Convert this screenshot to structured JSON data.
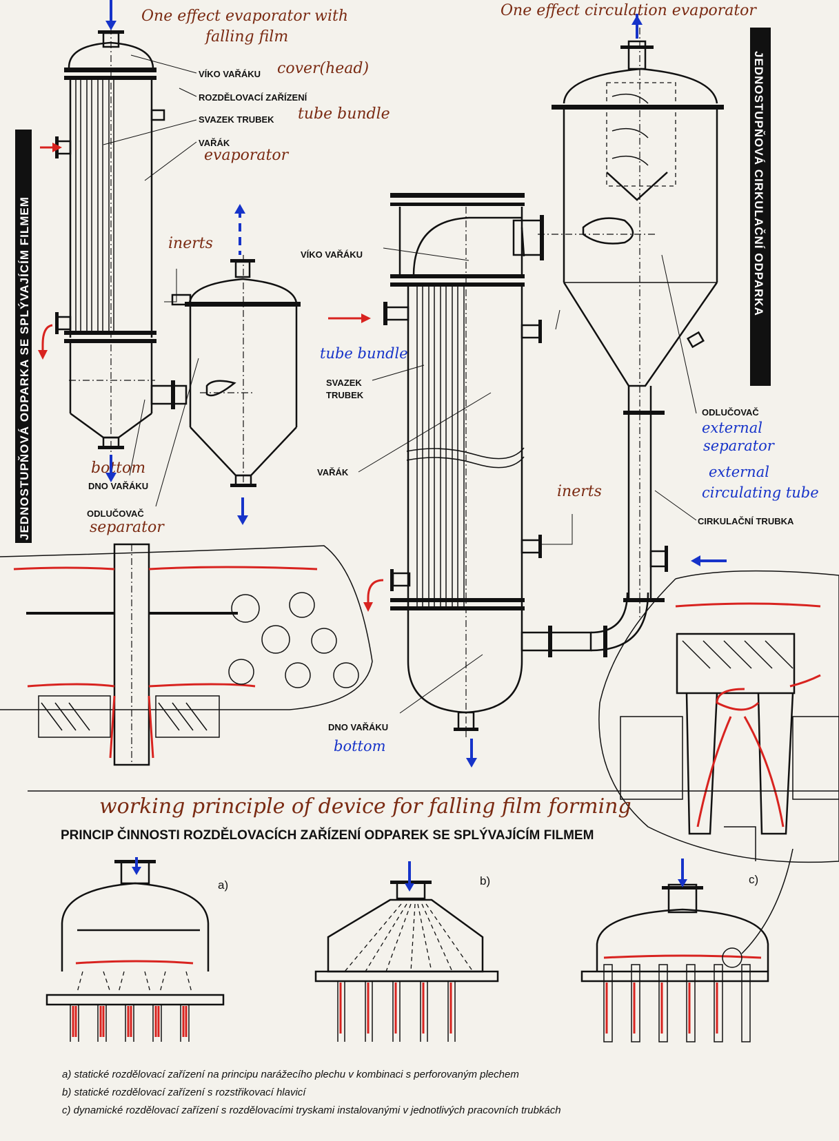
{
  "side_bands": {
    "left": "JEDNOSTUPŇOVÁ ODPARKA SE SPLÝVAJÍCÍM FILMEM",
    "right": "JEDNOSTUPŇOVÁ CIRKULAČNÍ ODPARKA"
  },
  "handwritten": {
    "left_title_line1": "One effect evaporator with",
    "left_title_line2": "falling film",
    "right_title": "One effect circulation evaporator",
    "cover_head": "cover(head)",
    "tube_bundle_left": "tube bundle",
    "evaporator": "evaporator",
    "inerts_left": "inerts",
    "bottom_left": "bottom",
    "separator_left": "separator",
    "tube_bundle_mid": "tube bundle",
    "inerts_mid": "inerts",
    "external_separator_line1": "external",
    "external_separator_line2": "separator",
    "external_circ_line1": "external",
    "external_circ_line2": "circulating tube",
    "bottom_mid": "bottom",
    "working_principle": "working principle of device for falling film forming"
  },
  "labels": {
    "viko_varaku_left": "VÍKO VAŘÁKU",
    "rozdelovaci": "ROZDĚLOVACÍ ZAŘÍZENÍ",
    "svazek_trubek_left": "SVAZEK TRUBEK",
    "varak_left": "VAŘÁK",
    "dno_varaku_left": "DNO VAŘÁKU",
    "odlucovac_left": "ODLUČOVAČ",
    "viko_varaku_mid": "VÍKO VAŘÁKU",
    "svazek_line1": "SVAZEK",
    "svazek_line2": "TRUBEK",
    "varak_mid": "VAŘÁK",
    "dno_varaku_mid": "DNO VAŘÁKU",
    "odlucovac_right": "ODLUČOVAČ",
    "cirkulacni_trubka": "CIRKULAČNÍ TRUBKA"
  },
  "principle": {
    "title": "PRINCIP ČINNOSTI ROZDĚLOVACÍCH ZAŘÍZENÍ ODPAREK SE SPLÝVAJÍCÍM FILMEM",
    "label_a": "a)",
    "label_b": "b)",
    "label_c": "c)"
  },
  "captions": [
    "a) statické rozdělovací zařízení na principu narážecího plechu v kombinaci s perforovaným plechem",
    "b) statické rozdělovací zařízení s rozstřikovací hlavicí",
    "c) dynamické rozdělovací zařízení s rozdělovacími tryskami instalovanými v jednotlivých pracovních trubkách"
  ],
  "colors": {
    "ink": "#111111",
    "handwriting_brown": "#7a2a12",
    "handwriting_blue": "#1633c9",
    "flow_red": "#d8231f",
    "band_black": "#111111",
    "paper": "#f4f2ec"
  }
}
